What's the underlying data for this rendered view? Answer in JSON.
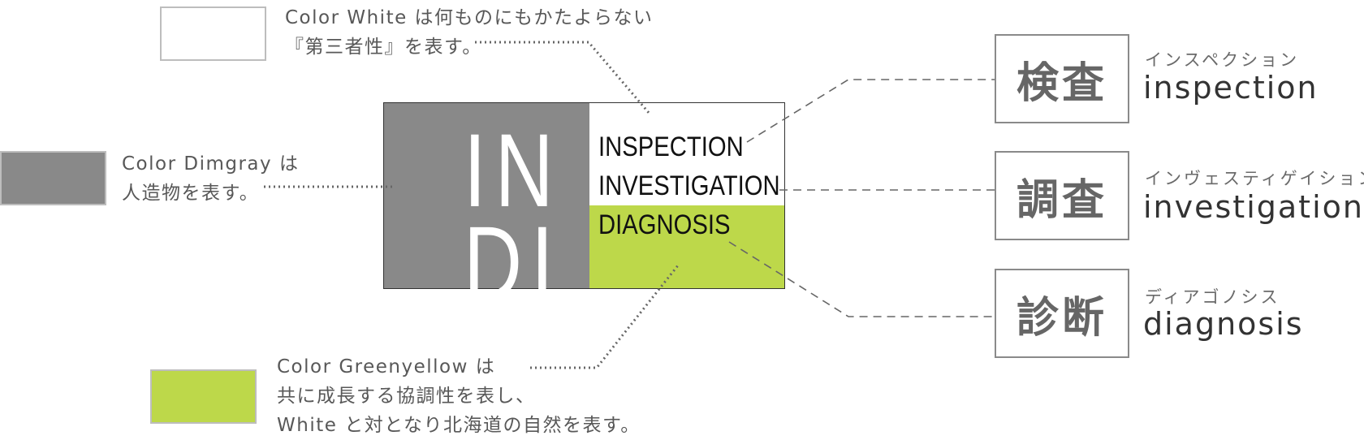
{
  "colors": {
    "dimgray": "#898989",
    "greenyellow": "#bdd84a",
    "white": "#ffffff",
    "connector": "#666666"
  },
  "notes": {
    "white": {
      "line1": "Color  White は何ものにもかたよらない",
      "line2": "『第三者性』を表す。"
    },
    "dimgray": {
      "line1": "Color  Dimgray は",
      "line2": "人造物を表す。"
    },
    "greenyellow": {
      "line1": "Color  Greenyellow は",
      "line2": "共に成長する協調性を表し、",
      "line3": "White と対となり北海道の自然を表す。"
    }
  },
  "logo": {
    "row1": "IN",
    "row2": "DI",
    "words": [
      "INSPECTION",
      "INVESTIGATION",
      "DIAGNOSIS"
    ]
  },
  "terms": [
    {
      "kanji": "検査",
      "kana": "インスペクション",
      "english": "inspection"
    },
    {
      "kanji": "調査",
      "kana": "インヴェスティゲイション",
      "english": "investigation"
    },
    {
      "kanji": "診断",
      "kana": "ディアゴノシス",
      "english": "diagnosis"
    }
  ]
}
